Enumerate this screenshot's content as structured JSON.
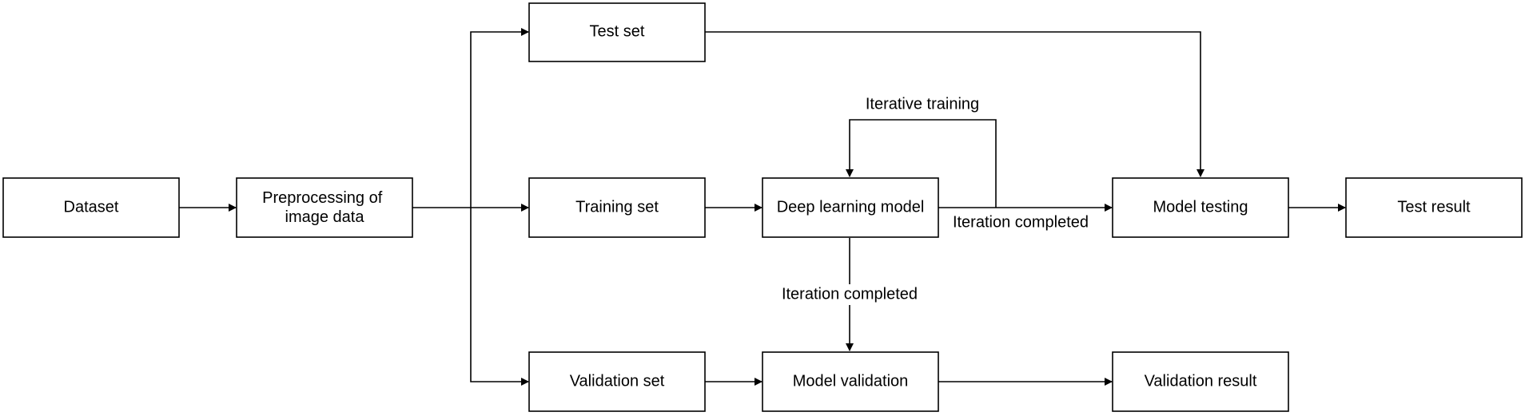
{
  "nodes": {
    "dataset": "Dataset",
    "preprocessing": [
      "Preprocessing of",
      "image data"
    ],
    "test_set": "Test set",
    "training_set": "Training set",
    "validation_set": "Validation set",
    "deep_learning_model": "Deep learning model",
    "model_testing": "Model testing",
    "test_result": "Test result",
    "model_validation": "Model validation",
    "validation_result": "Validation result"
  },
  "edge_labels": {
    "iterative_training": "Iterative training",
    "iteration_completed_testing": "Iteration completed",
    "iteration_completed_validation": "Iteration completed"
  },
  "colors": {
    "stroke": "#000000",
    "fill": "#ffffff"
  }
}
